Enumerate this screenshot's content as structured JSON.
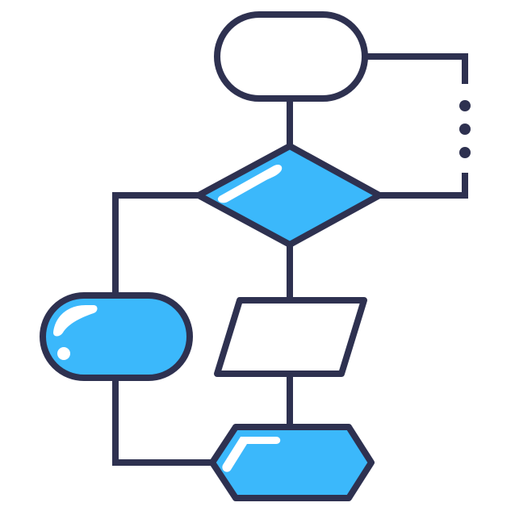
{
  "icon": {
    "name": "flowchart-icon",
    "colors": {
      "outline": "#2e3150",
      "fill": "#3bb8fb",
      "highlight": "#ffffff",
      "background": "#ffffff"
    },
    "shapes": [
      {
        "name": "start-terminator",
        "kind": "rounded-rect",
        "filled": false
      },
      {
        "name": "decision-diamond",
        "kind": "diamond",
        "filled": true
      },
      {
        "name": "process-terminator",
        "kind": "rounded-rect",
        "filled": true
      },
      {
        "name": "input-output-parallelogram",
        "kind": "parallelogram",
        "filled": false
      },
      {
        "name": "preparation-hexagon",
        "kind": "hexagon",
        "filled": true
      }
    ]
  }
}
